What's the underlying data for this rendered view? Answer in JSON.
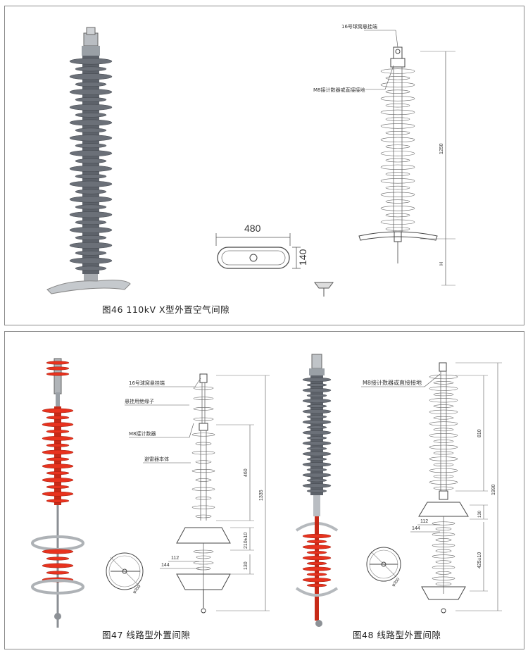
{
  "figure46": {
    "caption": "图46 110kV X型外置空气间隙",
    "label_top": "16号球窝悬挂端",
    "label_counter": "M8接计数器或直接接地",
    "dim_width": "480",
    "dim_depth": "140",
    "dim_height": "1250",
    "dim_h": "H"
  },
  "figure47": {
    "caption": "图47 线路型外置间隙",
    "label_top": "16号球窝悬挂端",
    "label_insulator": "悬挂用绝缘子",
    "label_counter": "M8接计数器",
    "label_body": "避雷器本体",
    "dim_total": "1335",
    "dim_body": "460",
    "dim_gap": "210±10",
    "dim_ring": "130",
    "dim_112": "112",
    "dim_144": "144",
    "dim_dia": "φ300"
  },
  "figure48": {
    "caption": "图48 线路型外置间隙",
    "label_counter": "M8接计数器或直接接地",
    "dim_total": "1990",
    "dim_upper": "810",
    "dim_gap": "130",
    "dim_lower": "425±10",
    "dim_112": "112",
    "dim_144": "144",
    "dim_dia": "φ300"
  },
  "colors": {
    "grey_insulator": "#6b7078",
    "red_insulator": "#e8321e",
    "metal": "#c9ccd0",
    "line": "#555555"
  }
}
